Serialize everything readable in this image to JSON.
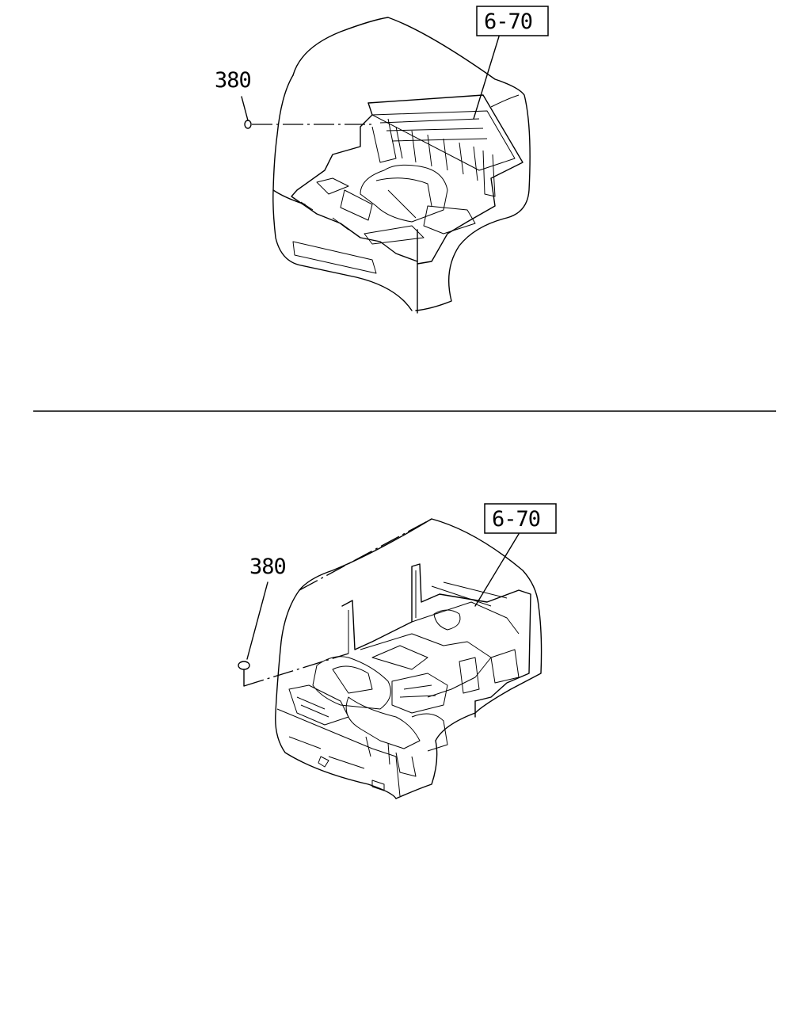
{
  "diagrams": [
    {
      "view": "upper",
      "callouts": [
        {
          "label": "380",
          "kind": "part-number"
        },
        {
          "label": "6-70",
          "kind": "reference-box"
        }
      ]
    },
    {
      "view": "lower",
      "callouts": [
        {
          "label": "380",
          "kind": "part-number"
        },
        {
          "label": "6-70",
          "kind": "reference-box"
        }
      ]
    }
  ]
}
